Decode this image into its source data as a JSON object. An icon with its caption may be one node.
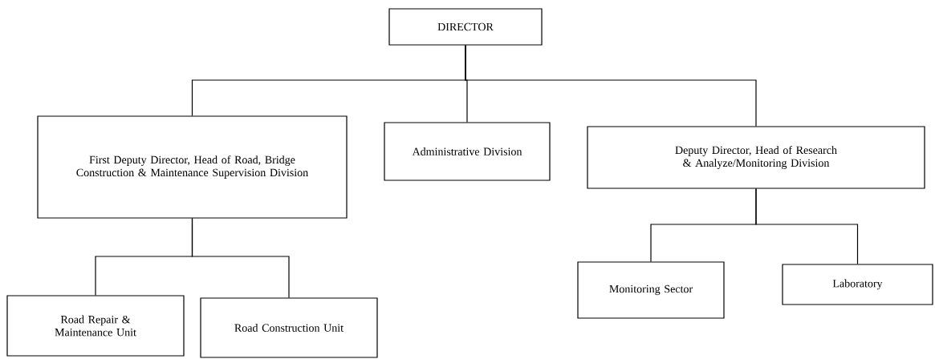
{
  "diagram": {
    "nodes": [
      {
        "text": [
          "DIRECTOR"
        ]
      },
      {
        "text": [
          "First Deputy Director, Head of Road, Bridge Construction & Maintenance Supervision Division"
        ]
      },
      {
        "text": [
          "Administrative Division"
        ]
      },
      {
        "text": [
          "Deputy Director, Head of Research & Analyze/Monitoring Division"
        ]
      },
      {
        "text": [
          "Road Repair & Maintenance Unit"
        ]
      },
      {
        "text": [
          "Road Construction Unit"
        ]
      },
      {
        "text": [
          "Monitoring Sector"
        ]
      },
      {
        "text": [
          "Laboratory"
        ]
      }
    ],
    "edges": [
      {
        "from": 0,
        "to": 1,
        "arrow": "none"
      },
      {
        "from": 0,
        "to": 2,
        "arrow": "none"
      },
      {
        "from": 0,
        "to": 3,
        "arrow": "none"
      },
      {
        "from": 1,
        "to": 4,
        "arrow": "none"
      },
      {
        "from": 1,
        "to": 5,
        "arrow": "none"
      },
      {
        "from": 3,
        "to": 6,
        "arrow": "none"
      },
      {
        "from": 3,
        "to": 7,
        "arrow": "none"
      }
    ]
  }
}
